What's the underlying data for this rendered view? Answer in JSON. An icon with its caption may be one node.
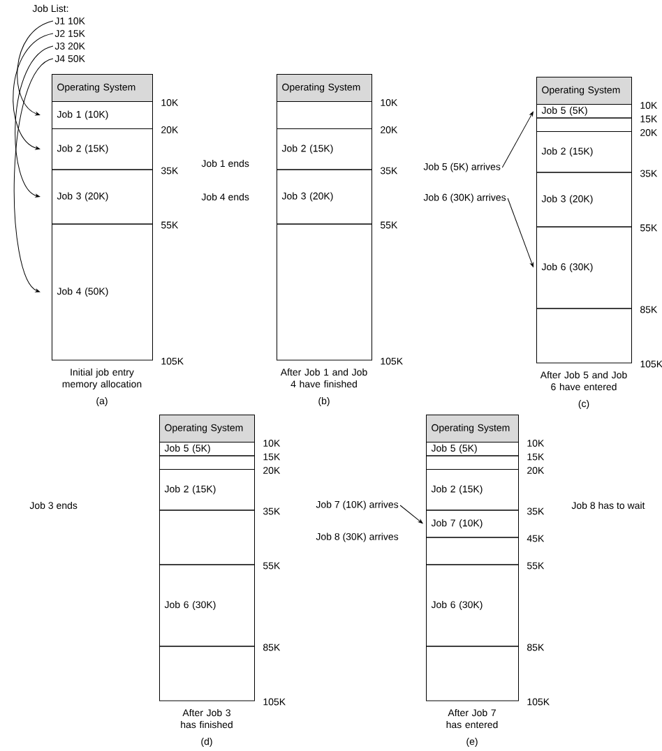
{
  "diagram": {
    "nodes": [
      {
        "text": [
          "J1 10K"
        ]
      },
      {
        "text": [
          "J2 15K"
        ]
      },
      {
        "text": [
          "J3 20K"
        ]
      },
      {
        "text": [
          "J4 50K"
        ]
      },
      {
        "text": [
          "Operating System"
        ]
      },
      {
        "text": [
          "Job 1 (10K)"
        ]
      },
      {
        "text": [
          "Job 2 (15K)"
        ]
      },
      {
        "text": [
          "Job 3 (20K)"
        ]
      },
      {
        "text": [
          "Job 4 (50K)"
        ]
      },
      {
        "text": [
          "Operating System"
        ]
      },
      {
        "text": [],
        "shape": "box"
      },
      {
        "text": [
          "Job 2 (15K)"
        ]
      },
      {
        "text": [
          "Job 3 (20K)"
        ]
      },
      {
        "text": [],
        "shape": "box"
      },
      {
        "text": [
          "Job 5 (5K) arrives"
        ]
      },
      {
        "text": [
          "Job 6 (30K) arrives"
        ]
      },
      {
        "text": [
          "Operating System"
        ]
      },
      {
        "text": [
          "Job 5 (5K)"
        ]
      },
      {
        "text": [],
        "shape": "box"
      },
      {
        "text": [
          "Job 2 (15K)"
        ]
      },
      {
        "text": [
          "Job 3 (20K)"
        ]
      },
      {
        "text": [
          "Job 6 (30K)"
        ]
      },
      {
        "text": [],
        "shape": "box"
      },
      {
        "text": [
          "Operating System"
        ]
      },
      {
        "text": [
          "Job 5 (5K)"
        ]
      },
      {
        "text": [],
        "shape": "box"
      },
      {
        "text": [
          "Job 2 (15K)"
        ]
      },
      {
        "text": [],
        "shape": "box"
      },
      {
        "text": [
          "Job 6 (30K)"
        ]
      },
      {
        "text": [],
        "shape": "box"
      },
      {
        "text": [
          "Job 7 (10K) arrives"
        ]
      },
      {
        "text": [
          "Operating System"
        ]
      },
      {
        "text": [
          "Job 5 (5K)"
        ]
      },
      {
        "text": [],
        "shape": "box"
      },
      {
        "text": [
          "Job 2 (15K)"
        ]
      },
      {
        "text": [
          "Job 7 (10K)"
        ]
      },
      {
        "text": [],
        "shape": "box"
      },
      {
        "text": [
          "Job 6 (30K)"
        ]
      },
      {
        "text": [],
        "shape": "box"
      }
    ],
    "edges": [
      {
        "from": 0,
        "to": 5,
        "arrow": "to"
      },
      {
        "from": 1,
        "to": 6,
        "arrow": "to"
      },
      {
        "from": 2,
        "to": 7,
        "arrow": "to"
      },
      {
        "from": 3,
        "to": 8,
        "arrow": "to"
      },
      {
        "from": 14,
        "to": 17,
        "arrow": "to"
      },
      {
        "from": 15,
        "to": 21,
        "arrow": "to"
      },
      {
        "from": 30,
        "to": 35,
        "arrow": "to"
      }
    ],
    "labels": [
      "Job List:",
      "10K",
      "20K",
      "35K",
      "55K",
      "105K",
      "Job 1 ends",
      "Job 4 ends",
      "10K",
      "20K",
      "35K",
      "55K",
      "105K",
      "10K",
      "15K",
      "20K",
      "35K",
      "55K",
      "85K",
      "105K",
      "Initial job entry memory allocation",
      "(a)",
      "After Job 1 and Job 4 have finished",
      "(b)",
      "After Job 5 and Job 6 have entered",
      "(c)",
      "Job 3 ends",
      "10K",
      "15K",
      "20K",
      "35K",
      "55K",
      "85K",
      "105K",
      "Job 8 (30K) arrives",
      "10K",
      "15K",
      "20K",
      "35K",
      "45K",
      "55K",
      "85K",
      "105K",
      "Job 8 has to wait",
      "After Job 3 has finished",
      "(d)",
      "After Job 7 has entered",
      "(e)"
    ]
  }
}
